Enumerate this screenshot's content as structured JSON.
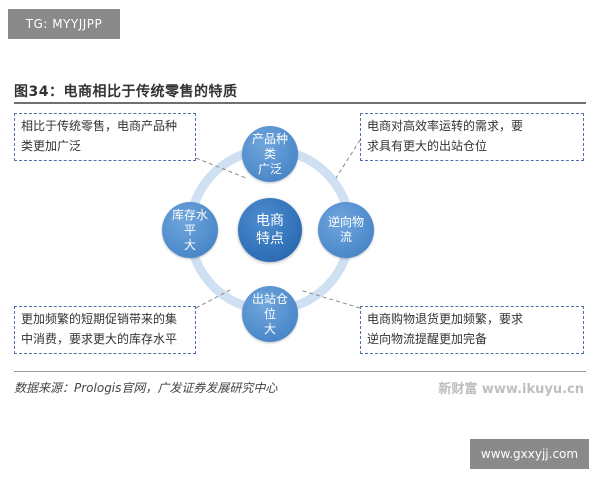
{
  "watermark_top": "TG: MYYJJPP",
  "watermark_bottom": "www.gxxyjj.com",
  "figure_title": "图34：电商相比于传统零售的特质",
  "center_node": "电商\n特点",
  "nodes": {
    "top": "产品种类\n广泛",
    "right": "逆向物流",
    "bottom": "出站仓位\n大",
    "left": "库存水平\n大"
  },
  "boxes": {
    "top_left": "相比于传统零售，电商产品种\n类更加广泛",
    "top_right": "电商对高效率运转的需求，要\n求具有更大的出站仓位",
    "bottom_left": "更加频繁的短期促销带来的集\n中消费，要求更大的库存水平",
    "bottom_right": "电商购物退货更加频繁，要求\n逆向物流提醒更加完备"
  },
  "source": "数据来源：Prologis官网，广发证券发展研究中心",
  "site_watermark": "新财富 www.ikuyu.cn",
  "colors": {
    "node_blue": "#3d7cc2",
    "center_blue": "#1f5fa8",
    "ring": "#cfe0f2",
    "box_border": "#4f70a8"
  }
}
